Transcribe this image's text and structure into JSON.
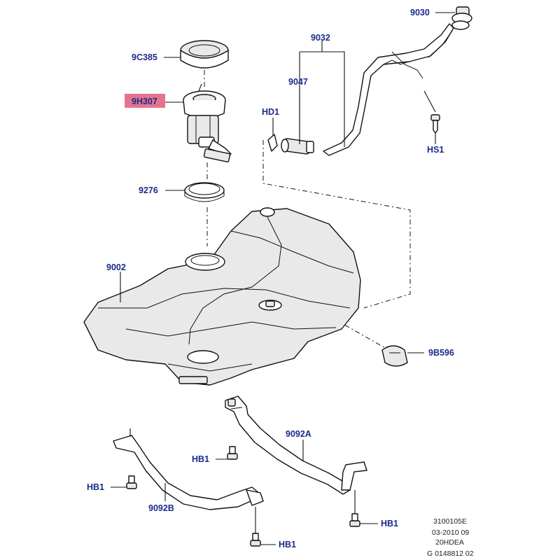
{
  "labels": {
    "fuel_filler_pipe": "9030",
    "filler_pipe_assembly": "9032",
    "locking_ring": "9C385",
    "fuel_pump_module": "9H307",
    "connector_hose": "9047",
    "hose_clip": "HD1",
    "bolt_hs1": "HS1",
    "seal_ring": "9276",
    "fuel_tank": "9002",
    "access_cover": "9B596",
    "strap_right": "9092A",
    "strap_left": "9092B",
    "bolt_hb1_a": "HB1",
    "bolt_hb1_b": "HB1",
    "bolt_hb1_c": "HB1",
    "bolt_hb1_d": "HB1"
  },
  "highlight_color": "#e05a7a",
  "label_color": "#1a2b8a",
  "footer": {
    "line1": "3100105E",
    "line2": "03-2010 09",
    "line3": "20HDEA",
    "line4": "G 0148812 02"
  }
}
